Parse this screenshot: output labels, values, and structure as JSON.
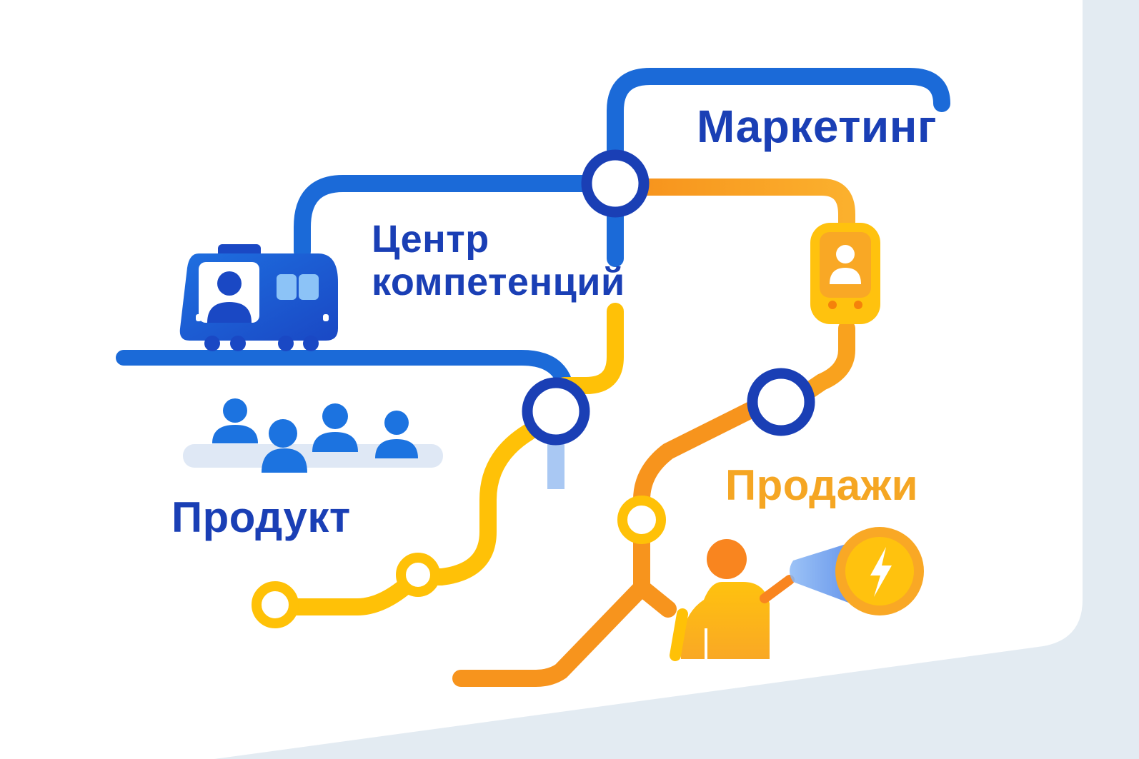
{
  "labels": {
    "marketing": "Маркетинг",
    "center_line1": "Центр",
    "center_line2": "компетенций",
    "product": "Продукт",
    "sales": "Продажи"
  },
  "colors": {
    "blue_line": "#1565d8",
    "blue_station": "#1a3fb5",
    "yellow_line": "#ffc107",
    "orange_line": "#f7941d",
    "sales_text": "#f5a623",
    "background_gray": "#e3ebf2"
  },
  "icons": [
    "tram-icon",
    "people-group-icon",
    "phone-user-icon",
    "person-pointing-icon",
    "lightning-coin-icon"
  ]
}
